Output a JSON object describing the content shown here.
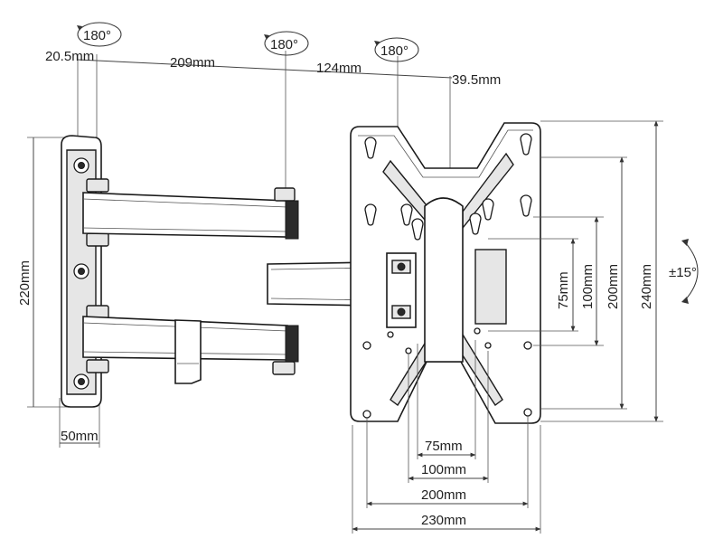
{
  "rotations": {
    "top_left": "180°",
    "top_middle": "180°",
    "top_right": "180°"
  },
  "tilt": "±15°",
  "top_dims": {
    "a": "20.5mm",
    "b": "209mm",
    "c": "124mm",
    "d": "39.5mm"
  },
  "left_dims": {
    "height": "220mm",
    "base_width": "50mm"
  },
  "right_dims": {
    "v75": "75mm",
    "v100": "100mm",
    "v200": "200mm",
    "v240": "240mm"
  },
  "bottom_dims": {
    "h75": "75mm",
    "h100": "100mm",
    "h200": "200mm",
    "h230": "230mm"
  }
}
